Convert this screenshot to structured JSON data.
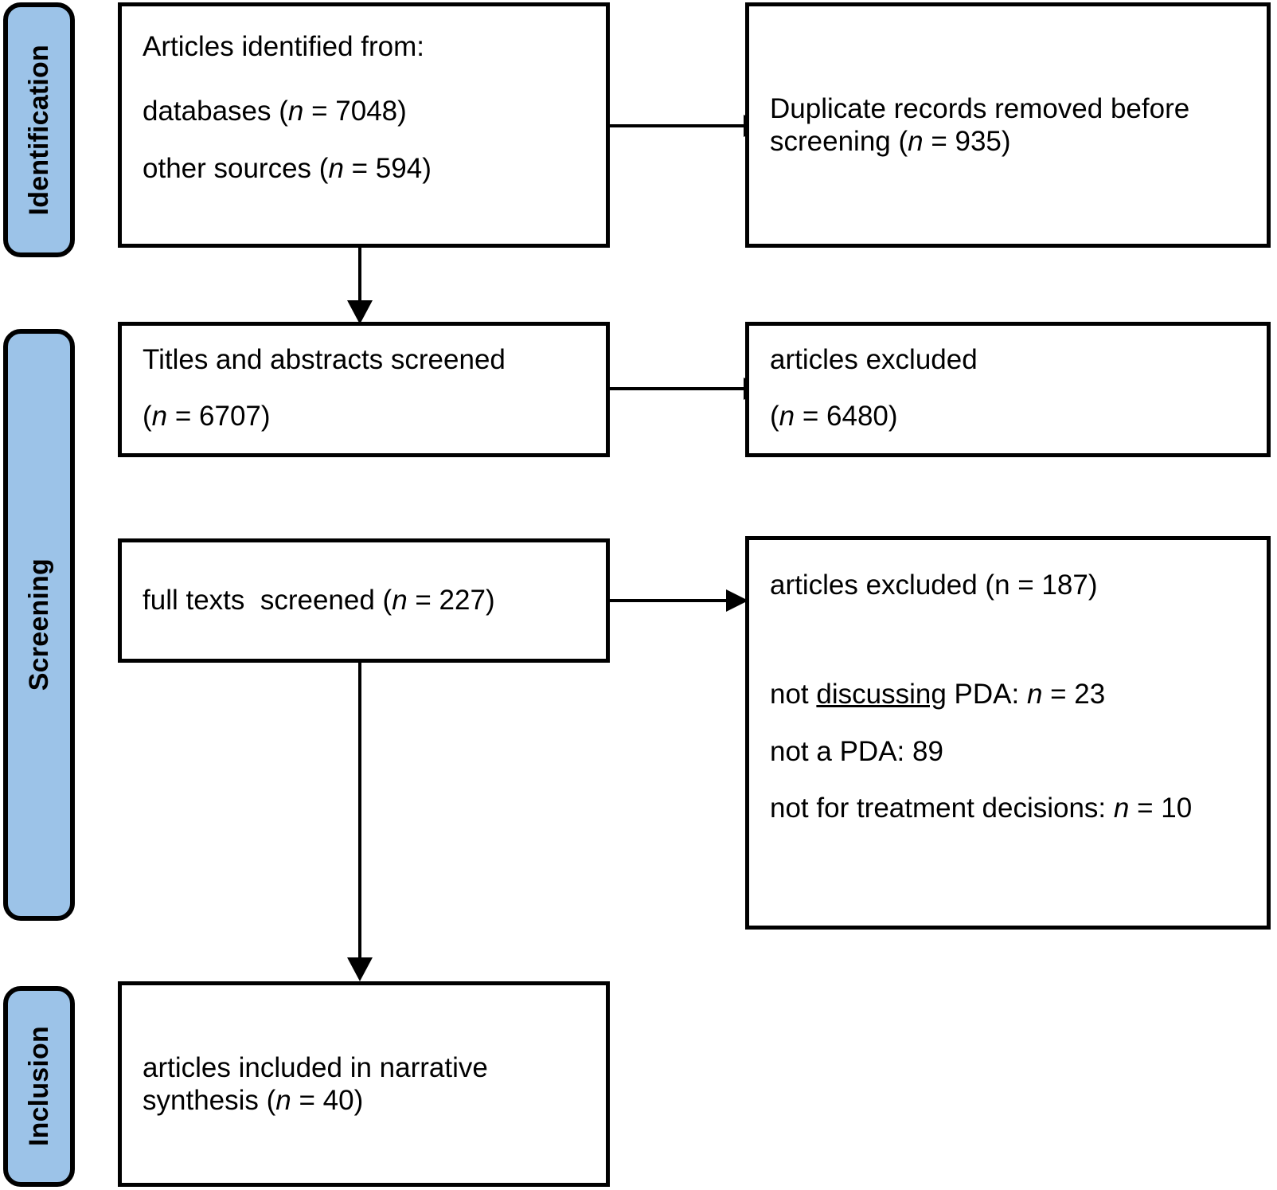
{
  "diagram": {
    "type": "prisma-flow-diagram",
    "accent_color": "#9cc3e8",
    "line_color": "#000000",
    "background": "#ffffff"
  },
  "phases": [
    {
      "id": "identification",
      "label": "Identification"
    },
    {
      "id": "screening",
      "label": "Screening"
    },
    {
      "id": "inclusion",
      "label": "Inclusion"
    }
  ],
  "boxes": {
    "identified": {
      "line1": "Articles identified from:",
      "line2_prefix": "databases (",
      "line2_n": "n",
      "line2_suffix": " = 7048)",
      "line3_prefix": "other sources (",
      "line3_n": "n",
      "line3_suffix": " = 594)"
    },
    "duplicates_removed": {
      "line1_prefix": "Duplicate records removed before screening (",
      "line1_n": "n",
      "line1_suffix": " = 935)"
    },
    "titles_screened": {
      "line1": "Titles and abstracts screened",
      "line2_prefix": "(",
      "line2_n": "n",
      "line2_suffix": " = 6707)"
    },
    "titles_excluded": {
      "line1": "articles excluded",
      "line2_prefix": "(",
      "line2_n": "n",
      "line2_suffix": " = 6480)"
    },
    "fulltext_screened": {
      "line1_prefix": "full texts  screened (",
      "line1_n": "n",
      "line1_suffix": " = 227)"
    },
    "fulltext_excluded": {
      "header": "articles excluded (n = 187)",
      "reason1_prefix": "not ",
      "reason1_underlined": "discussing",
      "reason1_mid": " PDA: ",
      "reason1_n": "n",
      "reason1_suffix": " = 23",
      "reason2": "not a PDA: 89",
      "reason3_prefix": "not for treatment decisions: ",
      "reason3_n": "n",
      "reason3_suffix": " = 10"
    },
    "included": {
      "line1_prefix": "articles included in narrative synthesis (",
      "line1_n": "n",
      "line1_suffix": " = 40)"
    }
  },
  "counts": {
    "databases": 7048,
    "other_sources": 594,
    "duplicates_removed": 935,
    "titles_abstracts_screened": 6707,
    "titles_abstracts_excluded": 6480,
    "full_texts_screened": 227,
    "full_texts_excluded": 187,
    "excluded_not_discussing_pda": 23,
    "excluded_not_a_pda": 89,
    "excluded_not_for_treatment_decisions": 10,
    "included_narrative_synthesis": 40
  },
  "connectors": [
    {
      "id": "identified-to-duplicates",
      "direction": "right"
    },
    {
      "id": "identified-to-titles",
      "direction": "down"
    },
    {
      "id": "titles-to-excluded",
      "direction": "right"
    },
    {
      "id": "fulltext-to-excluded",
      "direction": "right"
    },
    {
      "id": "fulltext-to-included",
      "direction": "down"
    }
  ]
}
